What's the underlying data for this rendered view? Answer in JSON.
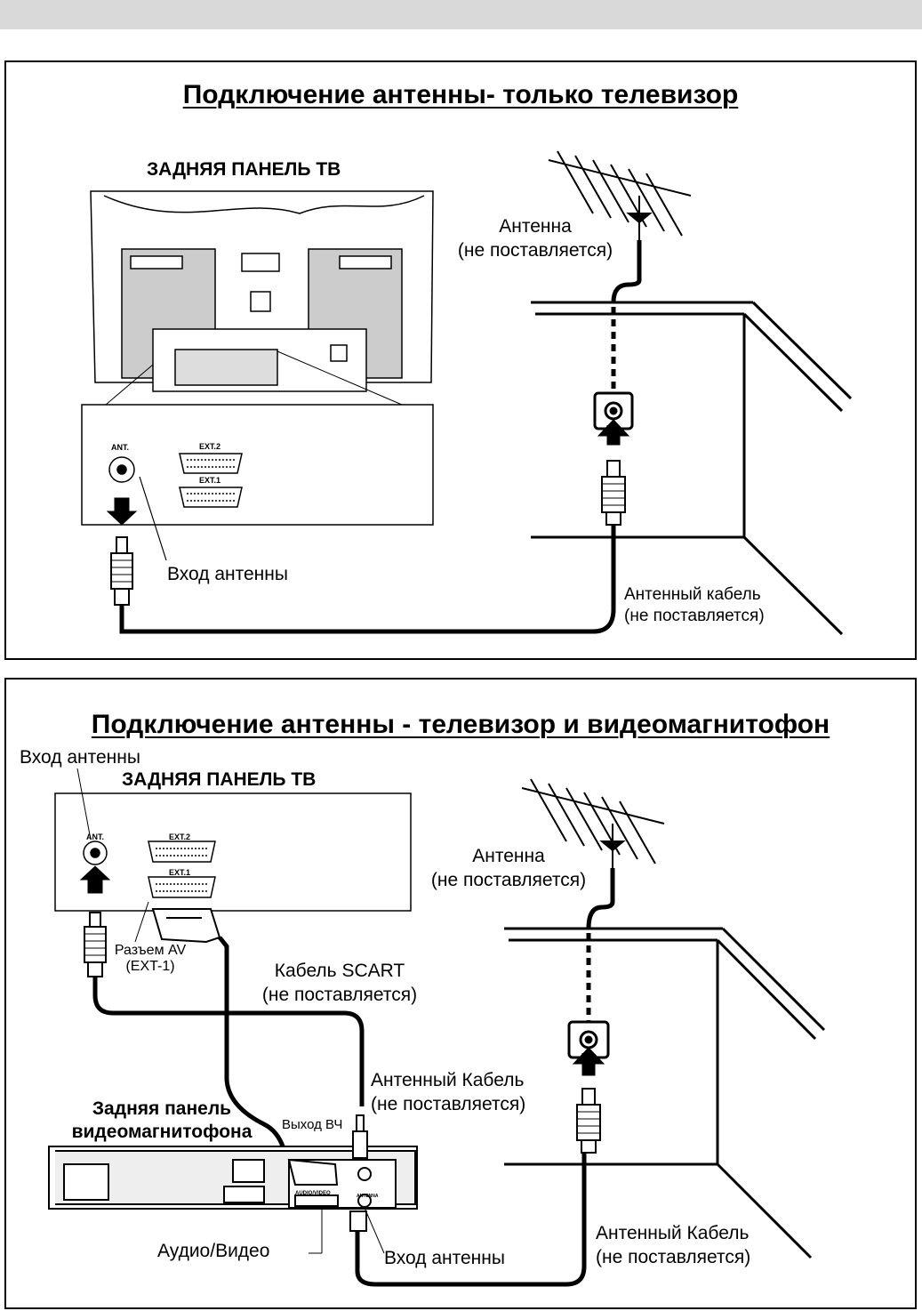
{
  "panel1": {
    "title": "Подключение антенны- только телевизор",
    "tv_rear_label": "ЗАДНЯЯ ПАНЕЛЬ ТВ",
    "antenna_label_1": "Антенна",
    "antenna_label_2": "(не поставляется)",
    "port_ant": "ANT.",
    "port_ext2": "EXT.2",
    "port_ext1": "EXT.1",
    "antenna_input": "Вход  антенны",
    "cable_label_1": "Антенный кабель",
    "cable_label_2": "(не поставляется)"
  },
  "panel2": {
    "title": "Подключение антенны - телевизор и видеомагнитофон",
    "antenna_input_top": "Вход  антенны",
    "tv_rear_label": "ЗАДНЯЯ ПАНЕЛЬ ТВ",
    "port_ant": "ANT.",
    "port_ext2": "EXT.2",
    "port_ext1": "EXT.1",
    "antenna_label_1": "Антенна",
    "antenna_label_2": "(не поставляется)",
    "av_connector_1": "Разъем AV",
    "av_connector_2": "(EXT-1)",
    "scart_cable_1": "Кабель SCART",
    "scart_cable_2": "(не поставляется)",
    "ant_cable_mid_1": "Антенный Кабель",
    "ant_cable_mid_2": "(не поставляется)",
    "vcr_rear_1": "Задняя панель",
    "vcr_rear_2": "видеомагнитофона",
    "rf_out": "Выход ВЧ",
    "vcr_audio_video": "AUDIO/VIDEO",
    "vcr_antenna": "ANTENNA",
    "audio_video": "Аудио/Видео",
    "vcr_antenna_input": "Вход  антенны",
    "ant_cable_bot_1": "Антенный Кабель",
    "ant_cable_bot_2": "(не поставляется)"
  }
}
